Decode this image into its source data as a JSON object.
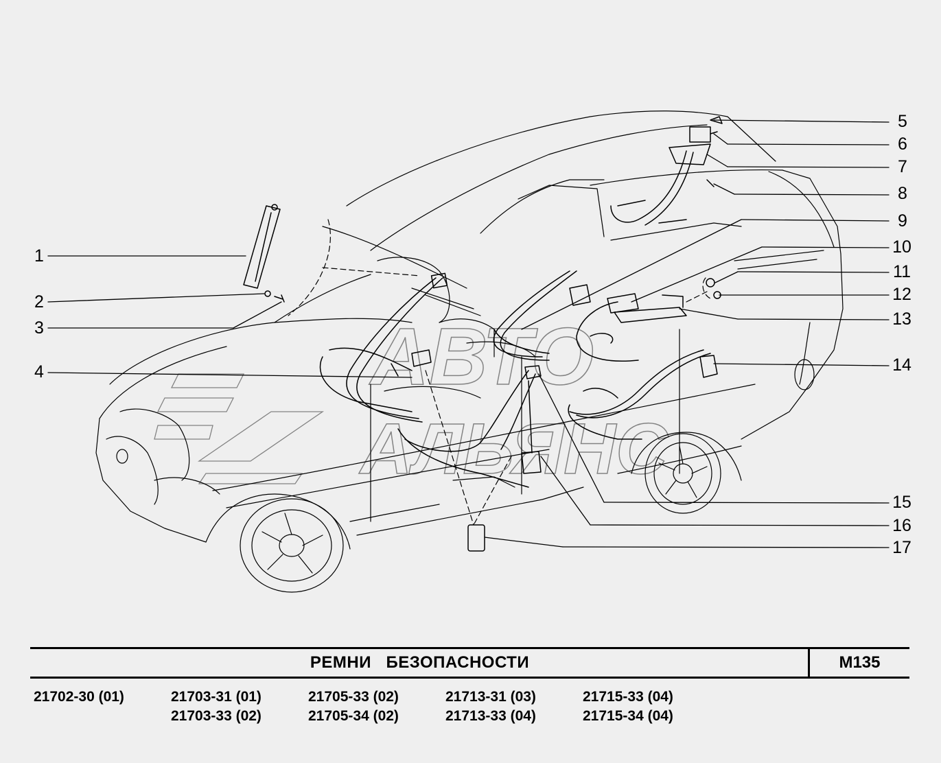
{
  "title": "РЕМНИ   БЕЗОПАСНОСТИ",
  "code": "М135",
  "watermark": {
    "line1": "АВТО",
    "line2": "АЛЬЯНС"
  },
  "callouts": [
    "1",
    "2",
    "3",
    "4",
    "5",
    "6",
    "7",
    "8",
    "9",
    "10",
    "11",
    "12",
    "13",
    "14",
    "15",
    "16",
    "17"
  ],
  "models": [
    [
      "21702-30 (01)"
    ],
    [
      "21703-31 (01)",
      "21703-33 (02)"
    ],
    [
      "21705-33 (02)",
      "21705-34 (02)"
    ],
    [
      "21713-31 (03)",
      "21713-33 (04)"
    ],
    [
      "21715-33 (04)",
      "21715-34 (04)"
    ]
  ]
}
